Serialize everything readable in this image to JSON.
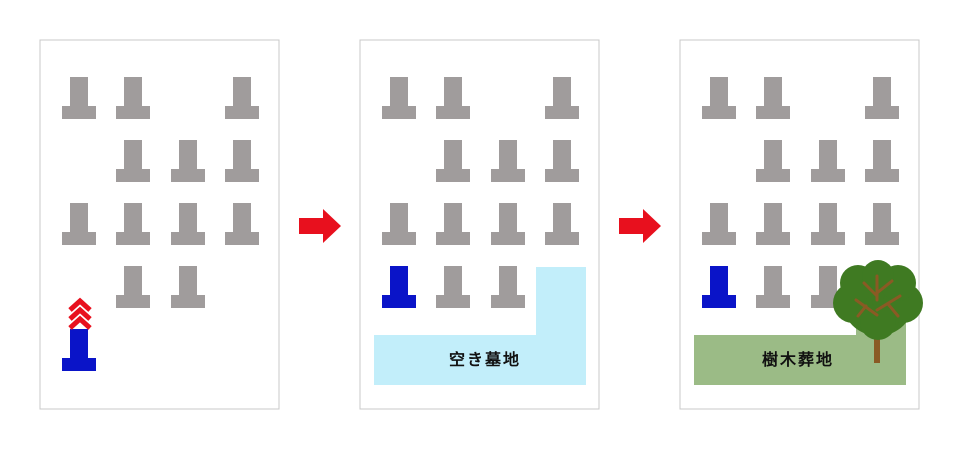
{
  "colors": {
    "background": "#ffffff",
    "panel_border": "#c8c8c8",
    "gravestone": "#a09c9c",
    "moved_gravestone": "#0a14c8",
    "chevron": "#e8101e",
    "arrow": "#e8101e",
    "vacant_area": "#c2eefa",
    "tree_area": "#9bbb86",
    "tree_crown": "#3f7a22",
    "tree_trunk": "#8a5a24",
    "label_text": "#111111"
  },
  "panels": [
    {
      "name": "before",
      "label": "",
      "gravestones": [
        "r0c0",
        "r0c1",
        "r0c3",
        "r1c1",
        "r1c2",
        "r1c3",
        "r2c0",
        "r2c1",
        "r2c2",
        "r2c3",
        "r3c1",
        "r3c2"
      ],
      "moved_gravestone": "r4c0",
      "chevron_above_moved": true
    },
    {
      "name": "after-removal",
      "label": "空き墓地",
      "gravestones": [
        "r0c0",
        "r0c1",
        "r0c3",
        "r1c1",
        "r1c2",
        "r1c3",
        "r2c0",
        "r2c1",
        "r2c2",
        "r2c3",
        "r3c1",
        "r3c2"
      ],
      "moved_gravestone": "r3c0",
      "chevron_above_moved": false
    },
    {
      "name": "tree-burial",
      "label": "樹木葬地",
      "gravestones": [
        "r0c0",
        "r0c1",
        "r0c3",
        "r1c1",
        "r1c2",
        "r1c3",
        "r2c0",
        "r2c1",
        "r2c2",
        "r2c3",
        "r3c1",
        "r3c2"
      ],
      "moved_gravestone": "r3c0",
      "chevron_above_moved": false,
      "tree": true
    }
  ],
  "arrows": [
    {
      "from": "before",
      "to": "after-removal"
    },
    {
      "from": "after-removal",
      "to": "tree-burial"
    }
  ]
}
